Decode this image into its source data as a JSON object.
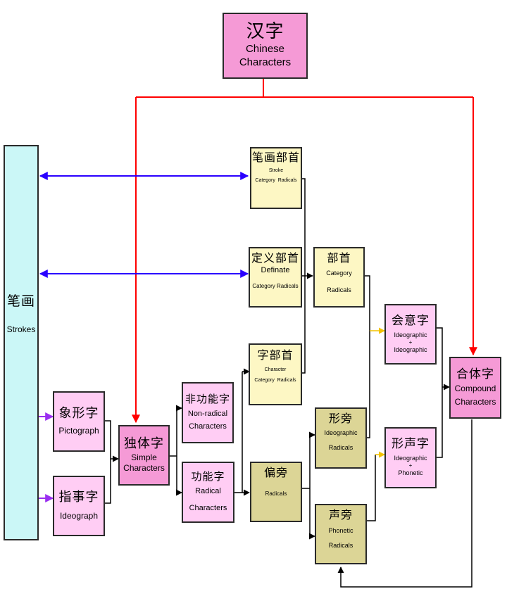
{
  "nodes": {
    "root": {
      "zh": "汉字",
      "en1": "Chinese",
      "en2": "Characters"
    },
    "strokes": {
      "zh": "笔画",
      "en": "Strokes"
    },
    "stroke_radicals": {
      "zh": "笔画部首",
      "en1": "Stroke",
      "en2": "Category  Radicals"
    },
    "definite_radicals": {
      "zh": "定义部首",
      "en1": "Definate",
      "en2": "Category Radicals"
    },
    "character_radicals": {
      "zh": "字部首",
      "en1": "Character",
      "en2": "Category  Radicals"
    },
    "category_radicals": {
      "zh": "部首",
      "en1": "Category",
      "en2": "Radicals"
    },
    "pictograph": {
      "zh": "象形字",
      "en": "Pictograph"
    },
    "ideograph": {
      "zh": "指事字",
      "en": "Ideograph"
    },
    "simple": {
      "zh": "独体字",
      "en1": "Simple",
      "en2": "Characters"
    },
    "non_radical": {
      "zh": "非功能字",
      "en1": "Non-radical",
      "en2": "Characters"
    },
    "radical_chars": {
      "zh": "功能字",
      "en1": "Radical",
      "en2": "Characters"
    },
    "radicals": {
      "zh": "偏旁",
      "en": "Radicals"
    },
    "ideographic_radicals": {
      "zh": "形旁",
      "en1": "Ideographic",
      "en2": "Radicals"
    },
    "phonetic_radicals": {
      "zh": "声旁",
      "en1": "Phonetic",
      "en2": "Radicals"
    },
    "huiyi": {
      "zh": "会意字",
      "en1": "Ideographic",
      "en2": "+",
      "en3": "Ideographic"
    },
    "xingsheng": {
      "zh": "形声字",
      "en1": "Ideographic",
      "en2": "+",
      "en3": "Phonetic"
    },
    "compound": {
      "zh": "合体字",
      "en1": "Compound",
      "en2": "Characters"
    }
  },
  "colors": {
    "red_arrow": "#ff0000",
    "blue_arrow": "#2a00ff",
    "purple_arrow": "#9a2ef0",
    "gold_arrow": "#f2c200",
    "black_line": "#000000",
    "pink_dark": "#f59ad6",
    "pink_light": "#ffcdf4",
    "cream": "#fdf7c4",
    "olive": "#dcd596",
    "cyan": "#cbf7f7"
  }
}
